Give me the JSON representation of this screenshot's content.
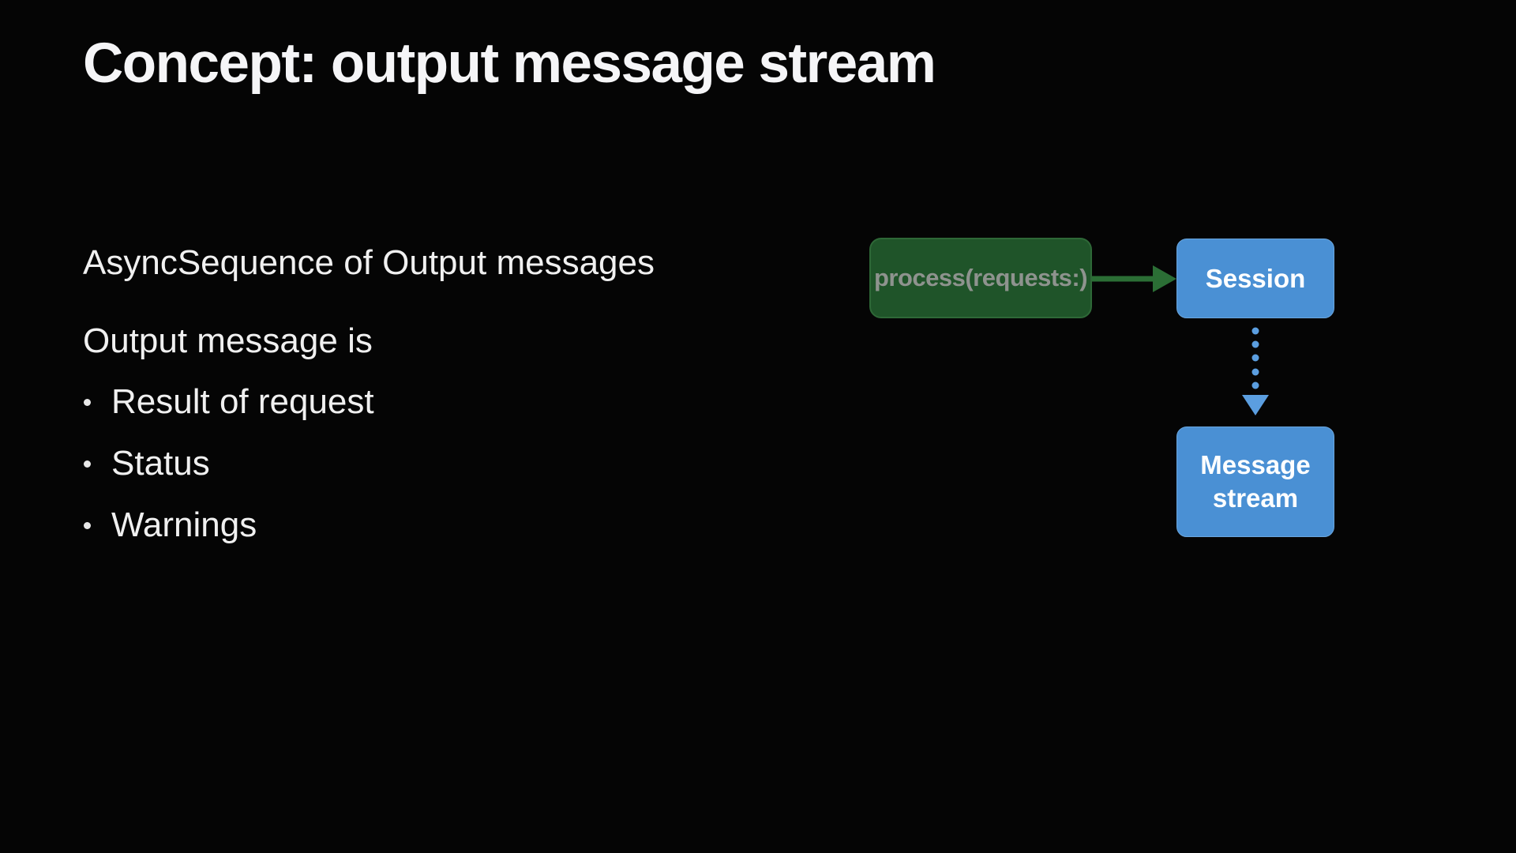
{
  "slide": {
    "title": "Concept: output message stream",
    "body": {
      "intro": "AsyncSequence of Output messages",
      "list_header": "Output message is",
      "bullets": [
        "Result of request",
        "Status",
        "Warnings"
      ]
    },
    "diagram": {
      "process_label": "process(requests:)",
      "session_label": "Session",
      "stream_label": "Message stream",
      "flow": [
        {
          "from": "process(requests:)",
          "to": "Session",
          "style": "solid-green-arrow"
        },
        {
          "from": "Session",
          "to": "Message stream",
          "style": "dotted-blue-arrow"
        }
      ]
    },
    "colors": {
      "background": "#050505",
      "title_text": "#f5f5f7",
      "body_text": "#f0f0f0",
      "process_box_fill": "#1f5429",
      "process_box_text": "#8e938e",
      "green_arrow": "#2b6e35",
      "blue_box_fill": "#4a90d4",
      "blue_box_text": "#ffffff",
      "dotted_arrow_blue": "#5b9ee0"
    }
  }
}
